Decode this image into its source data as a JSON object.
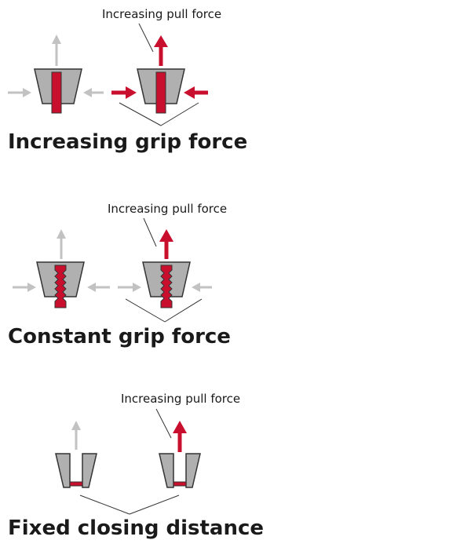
{
  "colors": {
    "gray": "#c2c2c2",
    "grip_fill": "#b0b0b0",
    "outline": "#333333",
    "red": "#c8102e",
    "text": "#1a1a1a"
  },
  "sections": [
    {
      "title": "Increasing grip force",
      "callout": "Increasing pull force"
    },
    {
      "title": "Constant grip force",
      "callout": "Increasing pull force"
    },
    {
      "title": "Fixed closing distance",
      "callout": "Increasing pull force"
    }
  ]
}
